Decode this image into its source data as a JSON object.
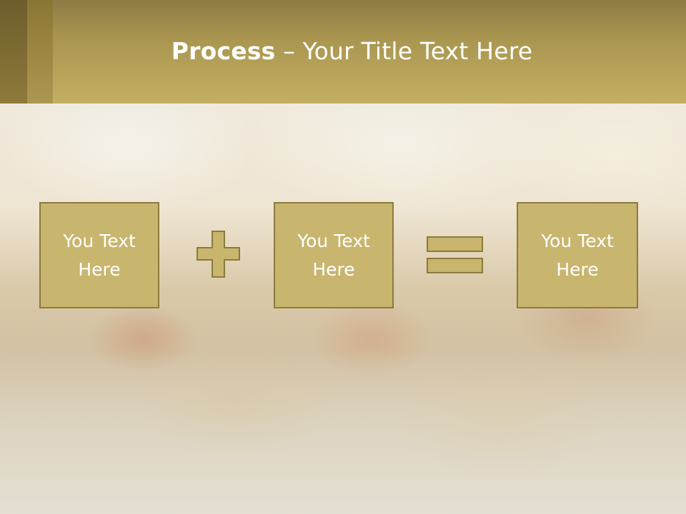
{
  "slide": {
    "title_bold": "Process",
    "title_rest": " – Your Title Text Here"
  },
  "process": {
    "boxes": [
      {
        "text": "You Text\nHere"
      },
      {
        "text": "You Text\nHere"
      },
      {
        "text": "You Text\nHere"
      }
    ],
    "operators": [
      "plus-icon",
      "equals-icon"
    ]
  },
  "colors": {
    "header": "#c4ae62",
    "box_fill": "#c8b56e",
    "box_border": "#8c7a3c",
    "text": "#ffffff"
  }
}
